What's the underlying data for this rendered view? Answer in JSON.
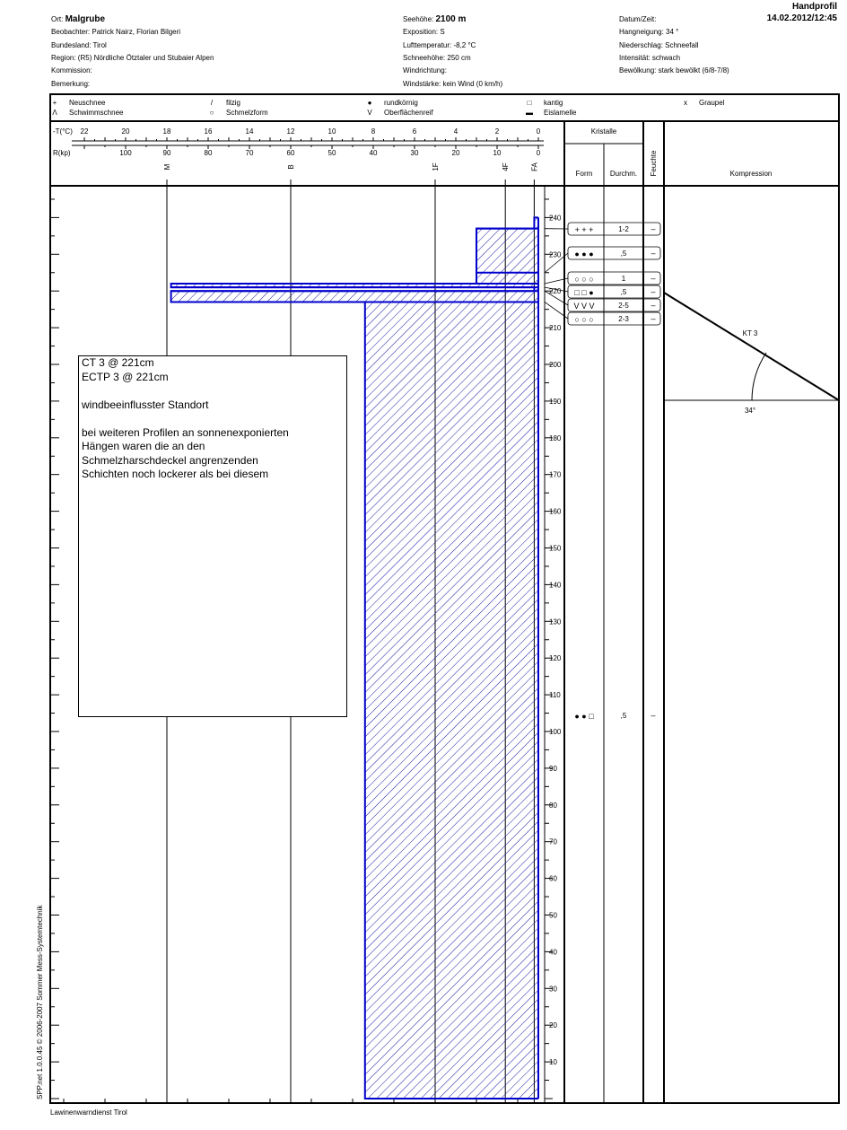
{
  "doc_title": "Handprofil",
  "datetime": "14.02.2012/12:45",
  "header": {
    "ort_label": "Ort:",
    "ort": "Malgrube",
    "beobachter": "Beobachter: Patrick Nairz, Florian Bilgeri",
    "bundesland": "Bundesland: Tirol",
    "region": "Region: (R5) Nördliche Ötztaler und Stubaier Alpen",
    "kommission": "Kommission:",
    "bemerkung": "Bemerkung:",
    "seehoehe_label": "Seehöhe:",
    "seehoehe": "2100 m",
    "exposition": "Exposition: S",
    "lufttemperatur": "Lufttemperatur: -8,2 °C",
    "schneehoehe": "Schneehöhe: 250 cm",
    "windrichtung": "Windrichtung:",
    "windstaerke": "Windstärke: kein Wind (0 km/h)",
    "datum_label": "Datum/Zeit:",
    "hangneigung": "Hangneigung: 34 °",
    "niederschlag": "Niederschlag: Schneefall",
    "intensitaet": "Intensität: schwach",
    "bewoelkung": "Bewölkung: stark bewölkt (6/8-7/8)"
  },
  "legend": [
    {
      "symbol": "+",
      "label": "Neuschnee"
    },
    {
      "symbol": "Λ",
      "label": "Schwimmschnee"
    },
    {
      "symbol": "/",
      "label": "filzig"
    },
    {
      "symbol": "○",
      "label": "Schmelzform"
    },
    {
      "symbol": "●",
      "label": "rundkörnig"
    },
    {
      "symbol": "V",
      "label": "Oberflächenreif"
    },
    {
      "symbol": "□",
      "label": "kantig"
    },
    {
      "symbol": "▬",
      "label": "Eislamelle"
    },
    {
      "symbol": "x",
      "label": "Graupel"
    }
  ],
  "columns": {
    "kristalle": "Kristalle",
    "form": "Form",
    "durchm": "Durchm.",
    "feuchte": "Feuchte",
    "kompression": "Kompression"
  },
  "crystal_rows": [
    {
      "form": "+ + +",
      "durchm": "1-2",
      "feuchte": "–"
    },
    {
      "form": "● ● ●",
      "durchm": ",5",
      "feuchte": "–"
    },
    {
      "form": "○ ○ ○",
      "durchm": "1",
      "feuchte": "–"
    },
    {
      "form": "□ □ ●",
      "durchm": ",5",
      "feuchte": "–"
    },
    {
      "form": "V V V",
      "durchm": "2-5",
      "feuchte": "–"
    },
    {
      "form": "○ ○ ○",
      "durchm": "2-3",
      "feuchte": "–"
    },
    {
      "form": "● ● □",
      "durchm": ",5",
      "feuchte": "–"
    }
  ],
  "compression": {
    "test_label": "KT 3",
    "angle_label": "34°"
  },
  "note_lines": [
    "CT 3 @ 221cm",
    "ECTP 3 @ 221cm",
    "",
    "windbeeinflusster Standort",
    "",
    "bei weiteren Profilen an sonnenexponierten",
    "Hängen waren die an den",
    "Schmelzharschdeckel angrenzenden",
    "Schichten noch lockerer als bei diesem"
  ],
  "footer_left": "Lawinenwarndienst Tirol",
  "footer_vertical": "SPP.net 1.0.0.45 © 2006-2007 Sommer Mess-Systemtechnik",
  "colors": {
    "profile": "#0000cc",
    "hatch": "#1a1aa6",
    "grid": "#000000"
  },
  "chart_data": {
    "type": "area",
    "temp_axis": {
      "label": "-T(°C)",
      "ticks": [
        "22",
        "20",
        "18",
        "16",
        "14",
        "12",
        "10",
        "8",
        "6",
        "4",
        "2",
        "0"
      ]
    },
    "r_axis": {
      "label": "R(kp)",
      "ticks": [
        "100",
        "90",
        "80",
        "70",
        "60",
        "50",
        "40",
        "30",
        "20",
        "10",
        "0"
      ]
    },
    "hardness_labels": [
      "M",
      "B",
      "1F",
      "4F",
      "FA"
    ],
    "height_ticks": [
      "240",
      "230",
      "220",
      "210",
      "200",
      "190",
      "180",
      "170",
      "160",
      "150",
      "140",
      "130",
      "120",
      "110",
      "100",
      "90",
      "80",
      "70",
      "60",
      "50",
      "40",
      "30",
      "20",
      "10"
    ],
    "ylim": [
      0,
      250
    ],
    "layers": [
      {
        "from": 0,
        "to": 217,
        "r": 42
      },
      {
        "from": 217,
        "to": 220,
        "r": 89
      },
      {
        "from": 220,
        "to": 221,
        "r": 1
      },
      {
        "from": 221,
        "to": 222,
        "r": 89
      },
      {
        "from": 222,
        "to": 225,
        "r": 15
      },
      {
        "from": 225,
        "to": 237,
        "r": 15
      },
      {
        "from": 237,
        "to": 240,
        "r": 1
      }
    ]
  }
}
